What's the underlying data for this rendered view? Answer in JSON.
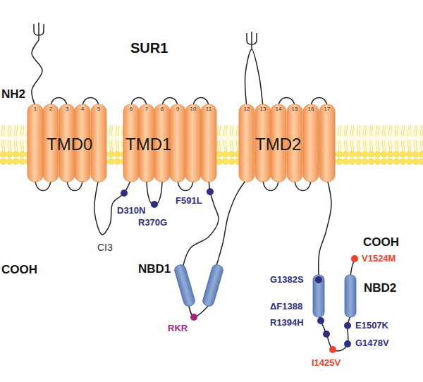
{
  "diagram": {
    "labels": [
      "SUR1",
      "NH2",
      "1",
      "2",
      "3",
      "4",
      "5",
      "6",
      "7",
      "8",
      "9",
      "10",
      "11",
      "12",
      "13",
      "14",
      "15",
      "16",
      "17",
      "TMD0",
      "TMD1",
      "TMD2",
      "D310N",
      "R370G",
      "F591L",
      "CI3",
      "COOH",
      "NBD1",
      "RKR",
      "COOH",
      "V1524M",
      "G1382S",
      "NBD2",
      "ΔF1388",
      "E1507K",
      "R1394H",
      "G1478V",
      "I1425V"
    ]
  }
}
